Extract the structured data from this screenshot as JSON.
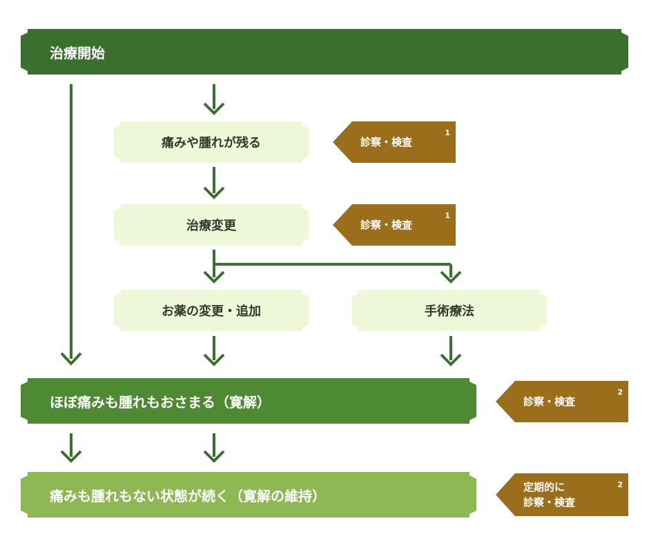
{
  "nodes": {
    "start": "治療開始",
    "pain_remain": "痛みや腫れが残る",
    "treatment_change": "治療変更",
    "medicine_change": "お薬の変更・追加",
    "surgery": "手術療法",
    "remission": "ほぼ痛みも腫れもおさまる（寛解）",
    "maintain": "痛みも腫れもない状態が続く（寛解の維持）"
  },
  "exams": {
    "exam1_label": "診察・検査",
    "exam1_note": "1",
    "exam2_label": "診察・検査",
    "exam2_note": "1",
    "exam3_label": "診察・検査",
    "exam3_note": "2",
    "exam4_line1": "定期的に",
    "exam4_line2": "診察・検査",
    "exam4_note": "2"
  },
  "colors": {
    "dark_green": "#3b6f2f",
    "mid_green": "#4e8a34",
    "light_green": "#8db853",
    "pale_green": "#eef8d9",
    "brown": "#9a6e1b"
  }
}
